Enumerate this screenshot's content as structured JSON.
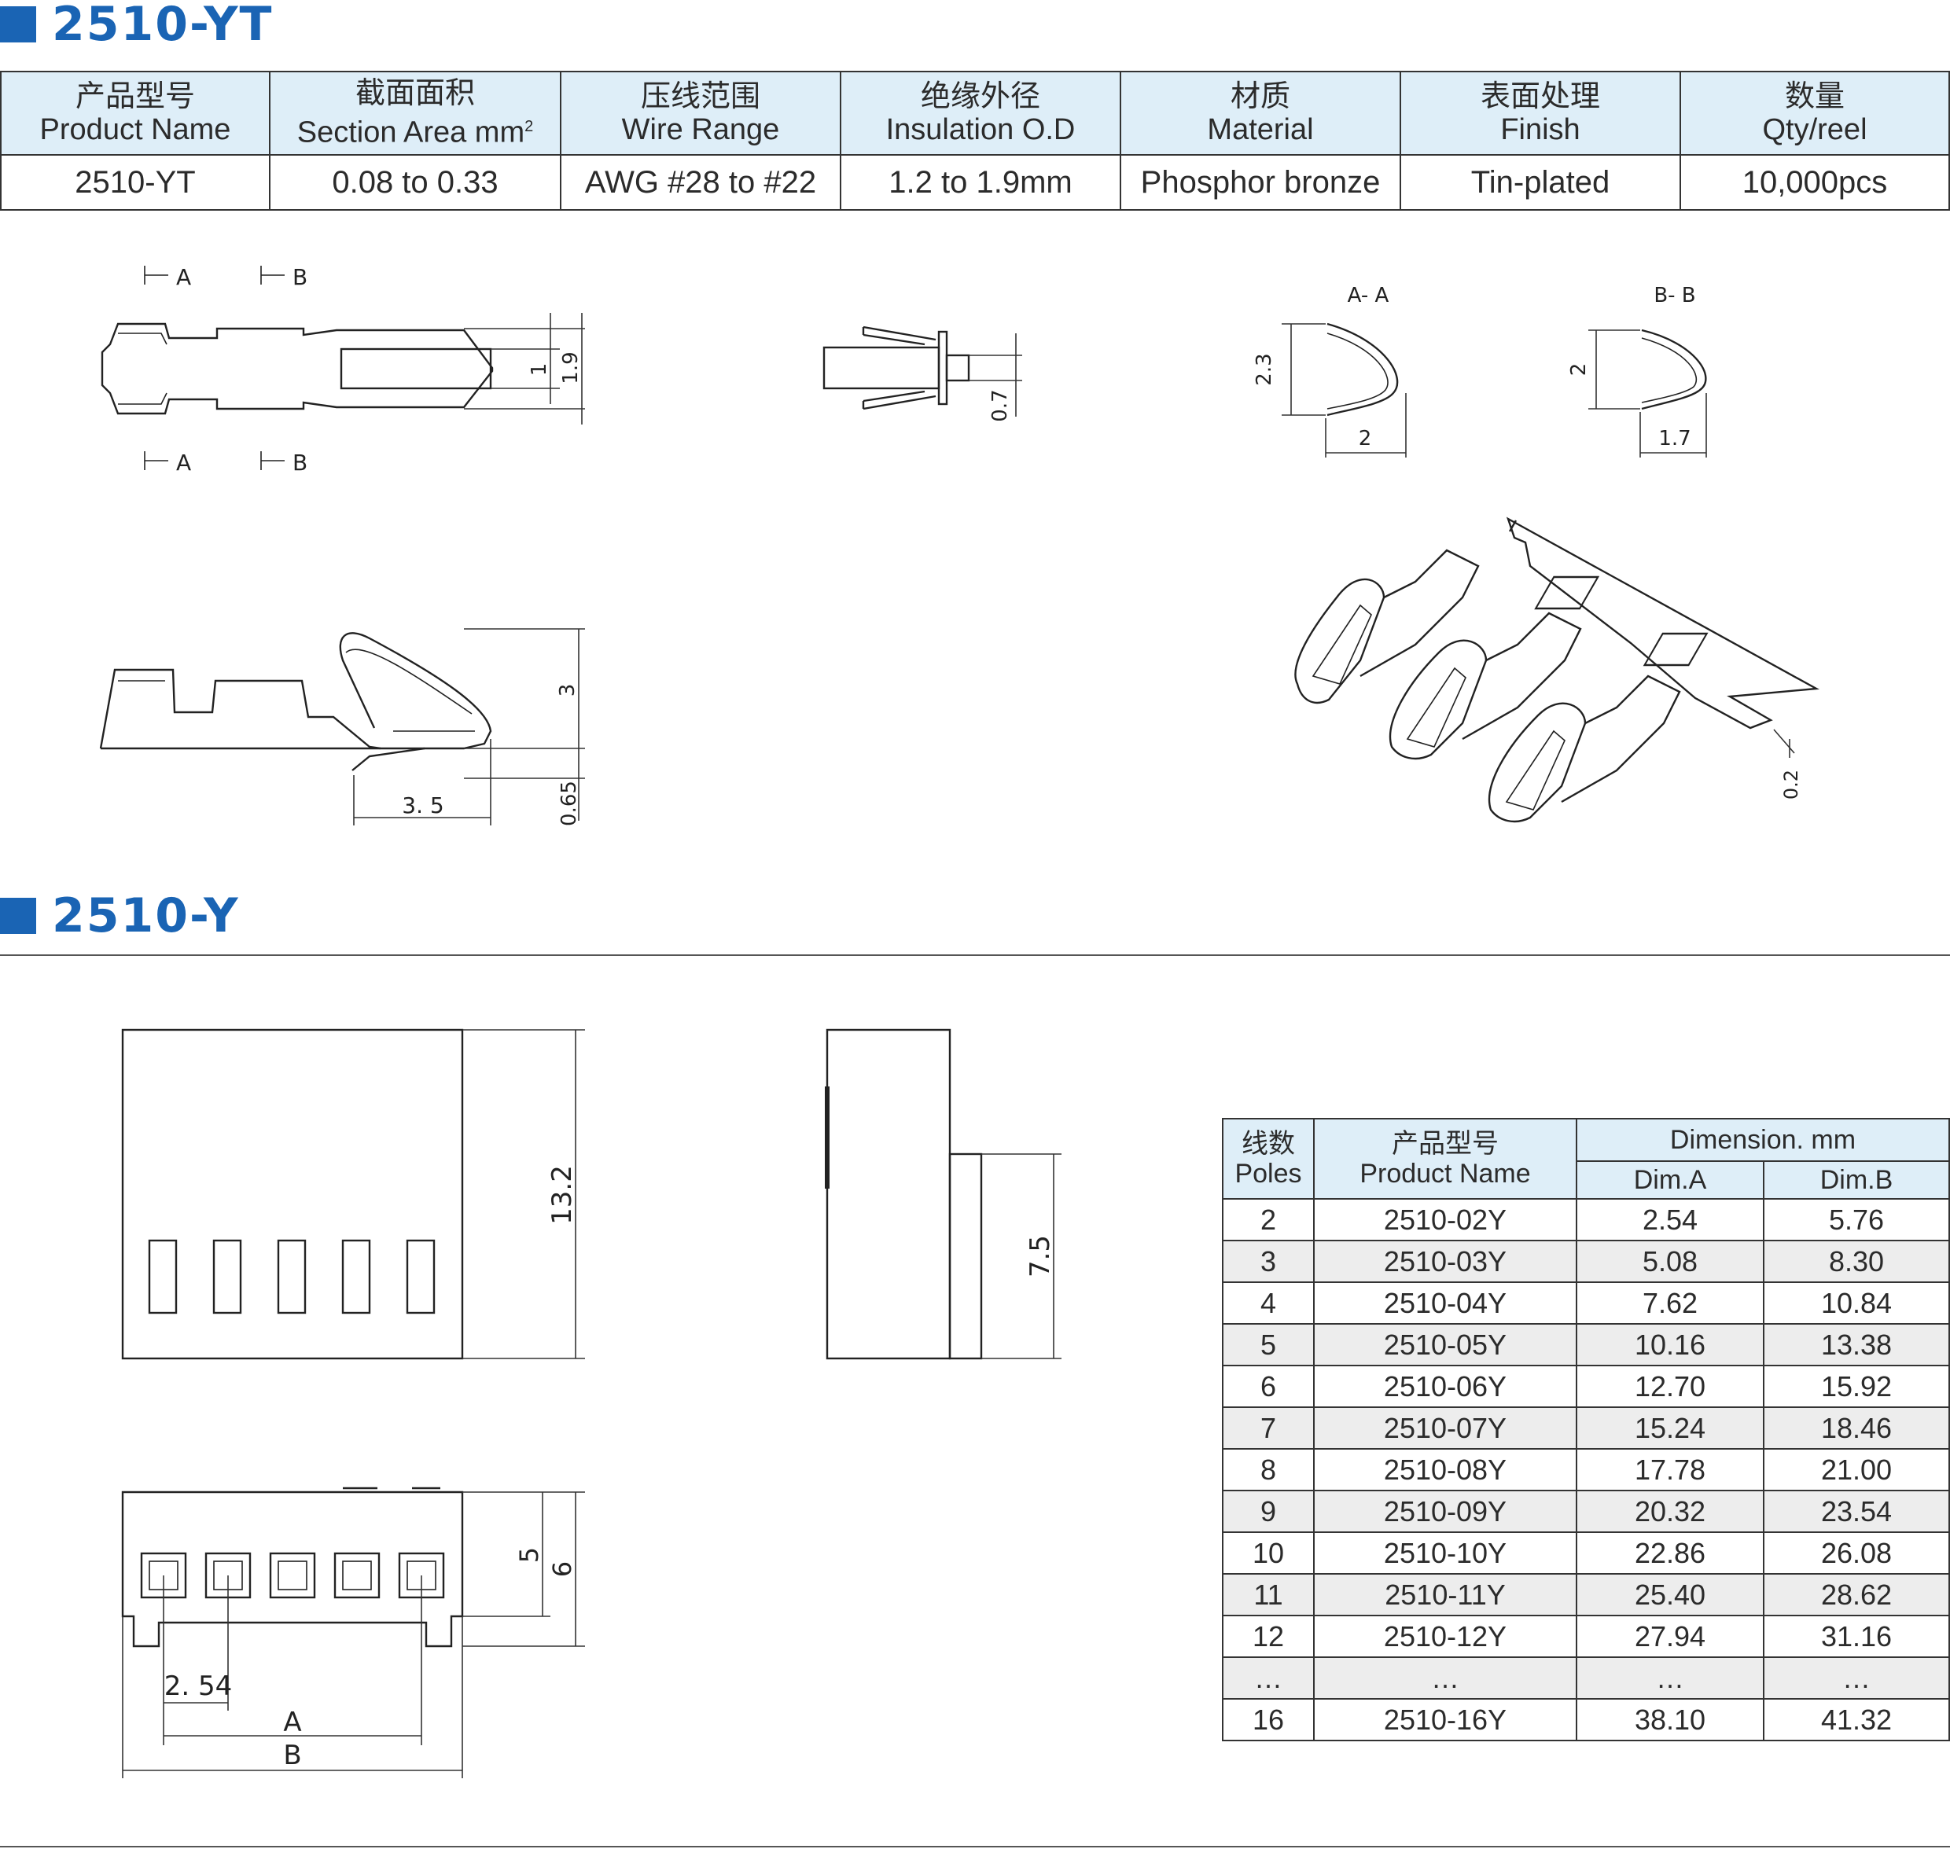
{
  "section1": {
    "title": "2510-YT"
  },
  "spec_table": {
    "headers": [
      {
        "zh": "产品型号",
        "en": "Product Name",
        "sup": ""
      },
      {
        "zh": "截面面积",
        "en": "Section Area mm",
        "sup": "2"
      },
      {
        "zh": "压线范围",
        "en": "Wire Range",
        "sup": ""
      },
      {
        "zh": "绝缘外径",
        "en": "Insulation O.D",
        "sup": ""
      },
      {
        "zh": "材质",
        "en": "Material",
        "sup": ""
      },
      {
        "zh": "表面处理",
        "en": "Finish",
        "sup": ""
      },
      {
        "zh": "数量",
        "en": "Qty/reel",
        "sup": ""
      }
    ],
    "row": [
      "2510-YT",
      "0.08 to 0.33",
      "AWG #28 to #22",
      "1.2 to 1.9mm",
      "Phosphor bronze",
      "Tin-plated",
      "10,000pcs"
    ]
  },
  "drawing1": {
    "marker_a": "A",
    "marker_b": "B",
    "dim_1": "1",
    "dim_1_9": "1.9",
    "dim_0_7": "0.7",
    "section_aa": "A- A",
    "section_bb": "B- B",
    "aa_height": "2.3",
    "aa_width": "2",
    "bb_height": "2",
    "bb_width": "1.7",
    "dim_3": "3",
    "dim_3_5": "3. 5",
    "dim_0_65": "0.65",
    "dim_0_2": "0.2"
  },
  "section2": {
    "title": "2510-Y"
  },
  "drawing2": {
    "dim_13_2": "13.2",
    "dim_7_5": "7.5",
    "dim_5": "5",
    "dim_6": "6",
    "dim_2_54": "2. 54",
    "dim_a": "A",
    "dim_b": "B"
  },
  "dim_table": {
    "h_poles_zh": "线数",
    "h_poles_en": "Poles",
    "h_name_zh": "产品型号",
    "h_name_en": "Product Name",
    "h_dimension": "Dimension. mm",
    "h_dim_a": "Dim.A",
    "h_dim_b": "Dim.B",
    "rows": [
      [
        "2",
        "2510-02Y",
        "2.54",
        "5.76"
      ],
      [
        "3",
        "2510-03Y",
        "5.08",
        "8.30"
      ],
      [
        "4",
        "2510-04Y",
        "7.62",
        "10.84"
      ],
      [
        "5",
        "2510-05Y",
        "10.16",
        "13.38"
      ],
      [
        "6",
        "2510-06Y",
        "12.70",
        "15.92"
      ],
      [
        "7",
        "2510-07Y",
        "15.24",
        "18.46"
      ],
      [
        "8",
        "2510-08Y",
        "17.78",
        "21.00"
      ],
      [
        "9",
        "2510-09Y",
        "20.32",
        "23.54"
      ],
      [
        "10",
        "2510-10Y",
        "22.86",
        "26.08"
      ],
      [
        "11",
        "2510-11Y",
        "25.40",
        "28.62"
      ],
      [
        "12",
        "2510-12Y",
        "27.94",
        "31.16"
      ],
      [
        "…",
        "…",
        "…",
        "…"
      ],
      [
        "16",
        "2510-16Y",
        "38.10",
        "41.32"
      ]
    ]
  }
}
